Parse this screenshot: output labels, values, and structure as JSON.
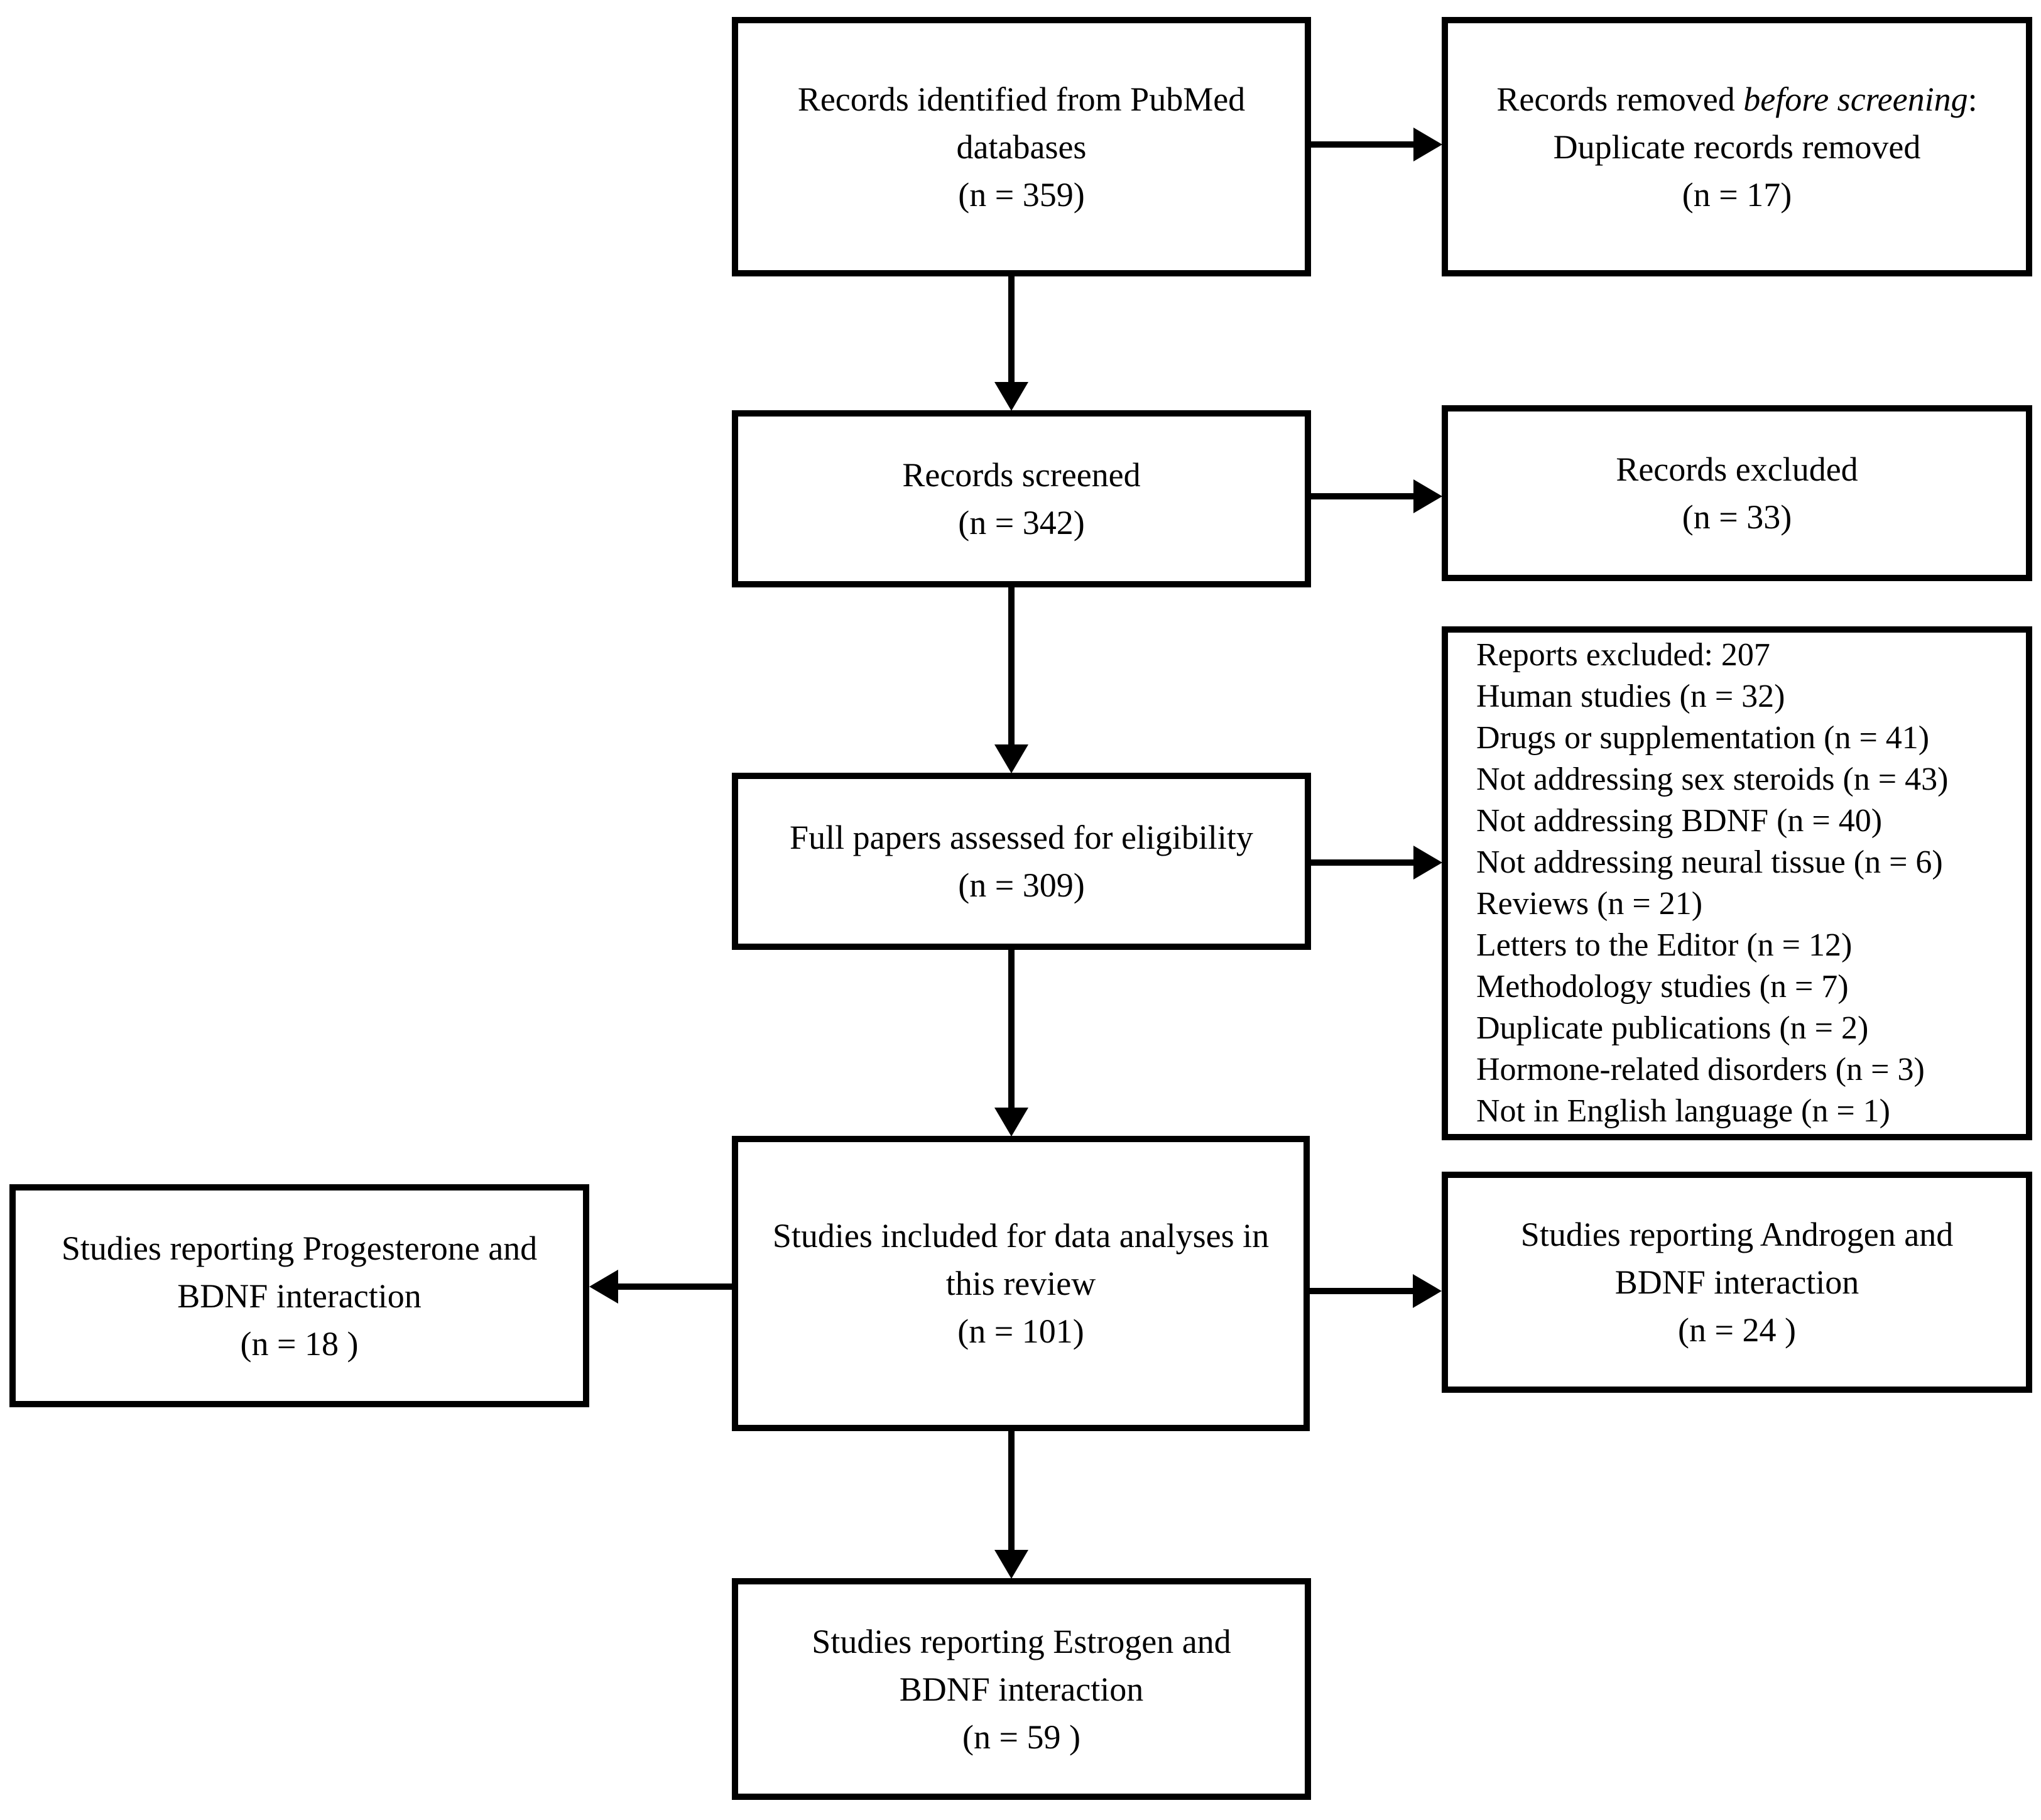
{
  "figure": {
    "type": "prisma-flow-diagram",
    "background_color": "#ffffff",
    "line_color": "#000000"
  },
  "boxes": {
    "identification": {
      "lines": [
        "Records identified from PubMed",
        "databases",
        "(n = 359)"
      ]
    },
    "removed_before_screening": {
      "line1_prefix": "Records removed ",
      "line1_italic": "before screening",
      "line1_suffix": ":",
      "line2": "Duplicate records removed",
      "line3": "(n = 17)"
    },
    "screened": {
      "lines": [
        "Records screened",
        "(n = 342)"
      ]
    },
    "records_excluded": {
      "lines": [
        "Records excluded",
        "(n = 33)"
      ]
    },
    "eligibility": {
      "lines": [
        "Full papers assessed for eligibility",
        "(n = 309)"
      ]
    },
    "reports_excluded": {
      "items": [
        "Reports excluded: 207",
        "Human studies (n = 32)",
        "Drugs or supplementation (n = 41)",
        "Not addressing sex steroids (n = 43)",
        "Not addressing BDNF (n = 40)",
        "Not addressing neural tissue (n = 6)",
        "Reviews (n = 21)",
        "Letters to the Editor (n = 12)",
        "Methodology studies (n = 7)",
        "Duplicate publications (n = 2)",
        "Hormone-related disorders (n = 3)",
        "Not in English language (n = 1)"
      ]
    },
    "included": {
      "lines": [
        "Studies included for data analyses in",
        "this review",
        "(n = 101)"
      ]
    },
    "progesterone": {
      "lines": [
        "Studies reporting Progesterone and",
        "BDNF interaction",
        "(n = 18 )"
      ]
    },
    "androgen": {
      "lines": [
        "Studies reporting Androgen and",
        "BDNF interaction",
        "(n = 24 )"
      ]
    },
    "estrogen": {
      "lines": [
        "Studies reporting Estrogen and",
        "BDNF interaction",
        "(n = 59 )"
      ]
    }
  }
}
